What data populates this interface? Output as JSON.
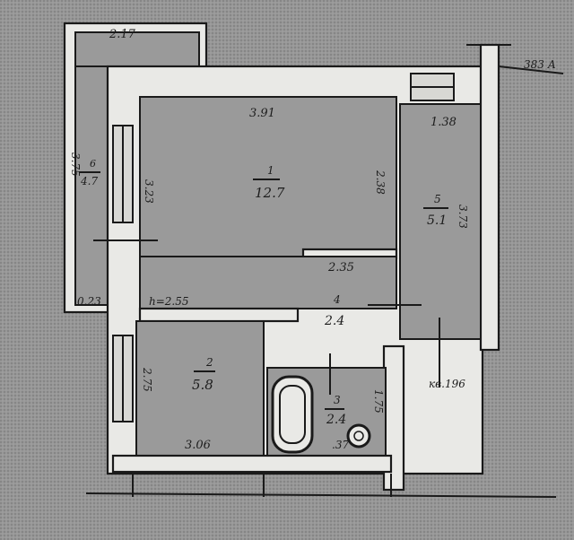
{
  "rooms": [
    {
      "number": "1",
      "area": "12.7"
    },
    {
      "number": "2",
      "area": "5.8"
    },
    {
      "number": "3",
      "area": "2.4"
    },
    {
      "number": "4",
      "area": "2.4"
    },
    {
      "number": "5",
      "area": "5.1"
    },
    {
      "number": "6",
      "area": "4.7"
    }
  ],
  "dimensions": {
    "room1_top": "3.91",
    "room1_right": "2.38",
    "room1_left": "3.23",
    "partition": "2.35",
    "room5_top": "1.38",
    "room5_right": "3.73",
    "balcony_top": "2.17",
    "balcony_left": "3.75",
    "balcony_bottom": "0.23",
    "corridor_height": "h=2.55",
    "room2_left": "2.75",
    "room2_bottom": "3.06",
    "bath_right": "1.75",
    "bath_bottom": ".37",
    "stair_label": "кв.196",
    "corner_label": "383 А"
  },
  "colors": {
    "wall_fill": "#e9e9e6",
    "line": "#1a1a1a",
    "background": "#8f8f8f"
  }
}
